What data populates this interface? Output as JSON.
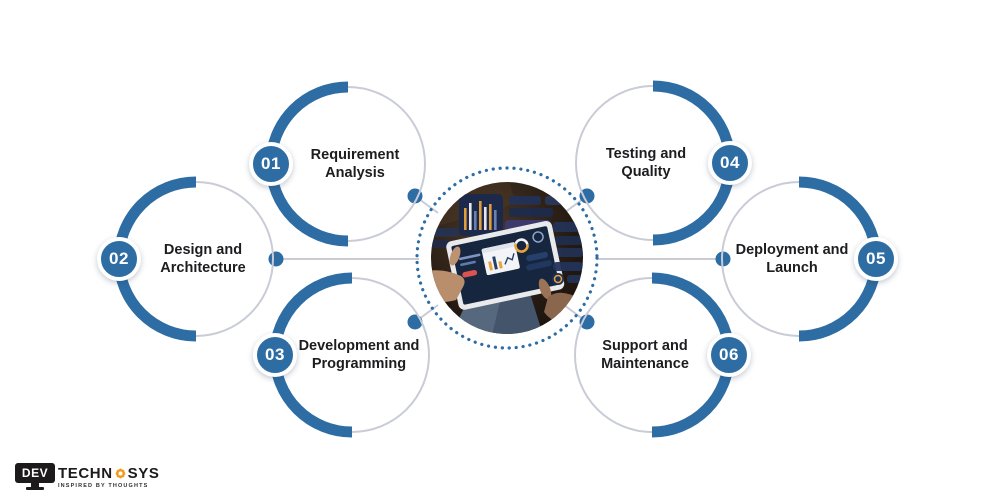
{
  "colors": {
    "accent_blue": "#2e6da4",
    "line_gray": "#c9ccd7",
    "text_dark": "#1d1d20",
    "badge_text": "#ffffff",
    "logo_black": "#1d1a1b",
    "logo_orange": "#f49a1c",
    "background": "#ffffff"
  },
  "steps": [
    {
      "number": "01",
      "label": "Requirement Analysis",
      "side": "left"
    },
    {
      "number": "02",
      "label": "Design and Architecture",
      "side": "left"
    },
    {
      "number": "03",
      "label": "Development and Programming",
      "side": "left"
    },
    {
      "number": "04",
      "label": "Testing and Quality",
      "side": "right"
    },
    {
      "number": "05",
      "label": "Deployment and Launch",
      "side": "right"
    },
    {
      "number": "06",
      "label": "Support and Maintenance",
      "side": "right"
    }
  ],
  "center": {
    "image_subject": "hands-holding-tablet-with-analytics-dashboard"
  },
  "logo": {
    "monitor_text": "DEV",
    "name_left": "TECHN",
    "name_right": "SYS",
    "tagline": "INSPIRED BY THOUGHTS"
  }
}
